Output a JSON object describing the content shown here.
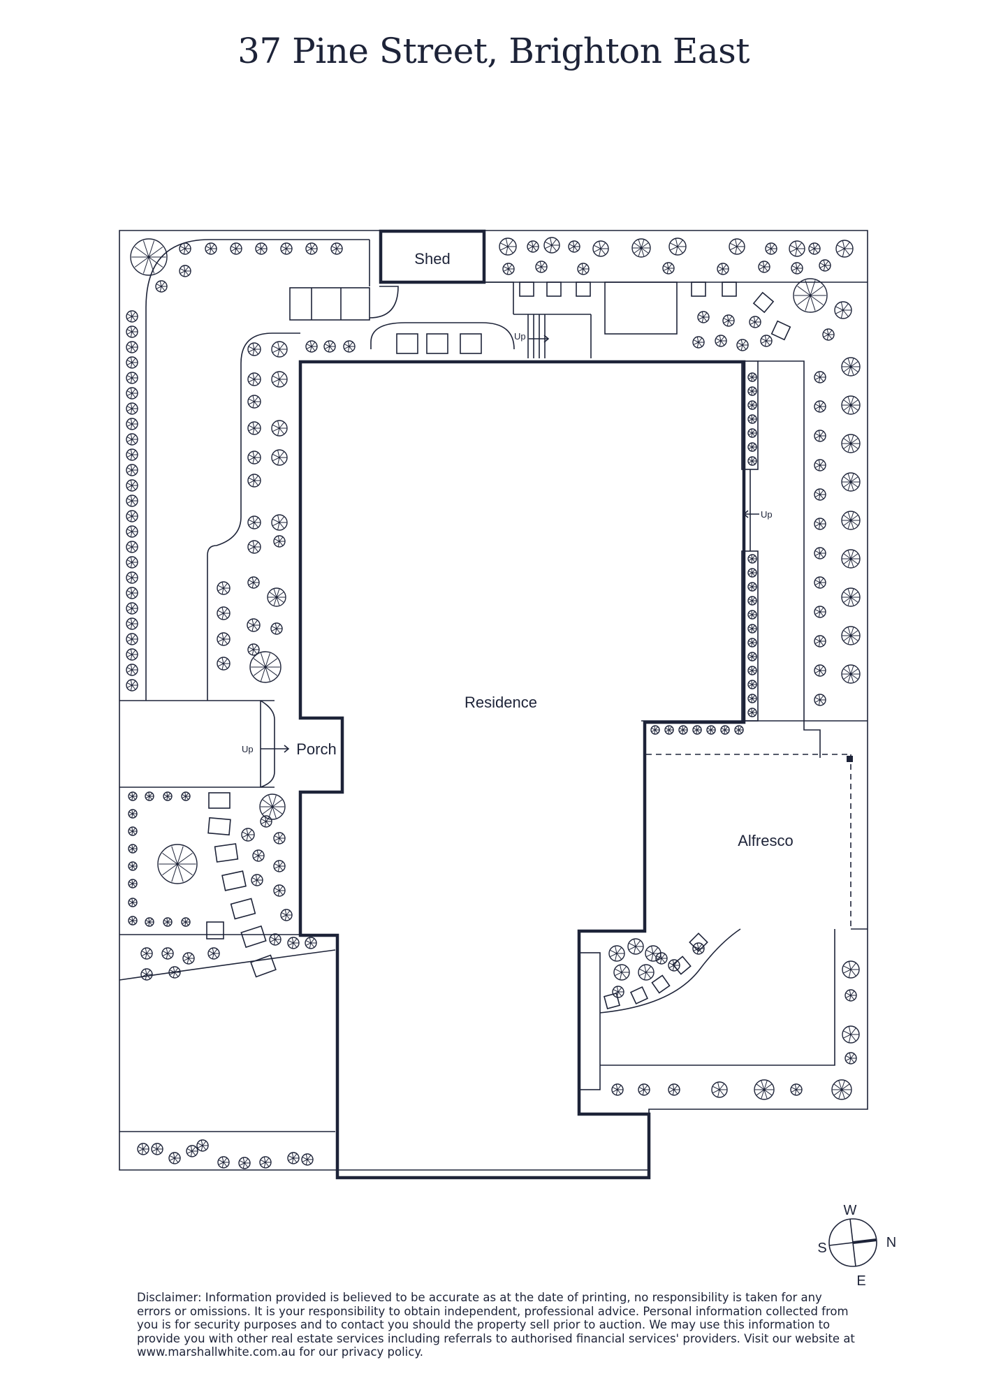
{
  "header": {
    "title": "37 Pine Street, Brighton East"
  },
  "rooms": {
    "shed": "Shed",
    "residence": "Residence",
    "porch": "Porch",
    "alfresco": "Alfresco"
  },
  "stairs": {
    "up_label": "Up"
  },
  "compass": {
    "north": "N",
    "south": "S",
    "east": "E",
    "west": "W"
  },
  "footer": {
    "disclaimer": "Disclaimer: Information provided is believed to be accurate as at the date of printing, no responsibility is taken for any errors or omissions. It is your responsibility to obtain independent, professional advice. Personal information collected from you is for security purposes and to contact you should the property sell prior to auction. We may use this information to provide you with other real estate services including referrals to authorised financial services' providers. Visit our website at www.marshallwhite.com.au for our privacy policy."
  },
  "colors": {
    "ink": "#1d2338",
    "paper": "#ffffff"
  }
}
